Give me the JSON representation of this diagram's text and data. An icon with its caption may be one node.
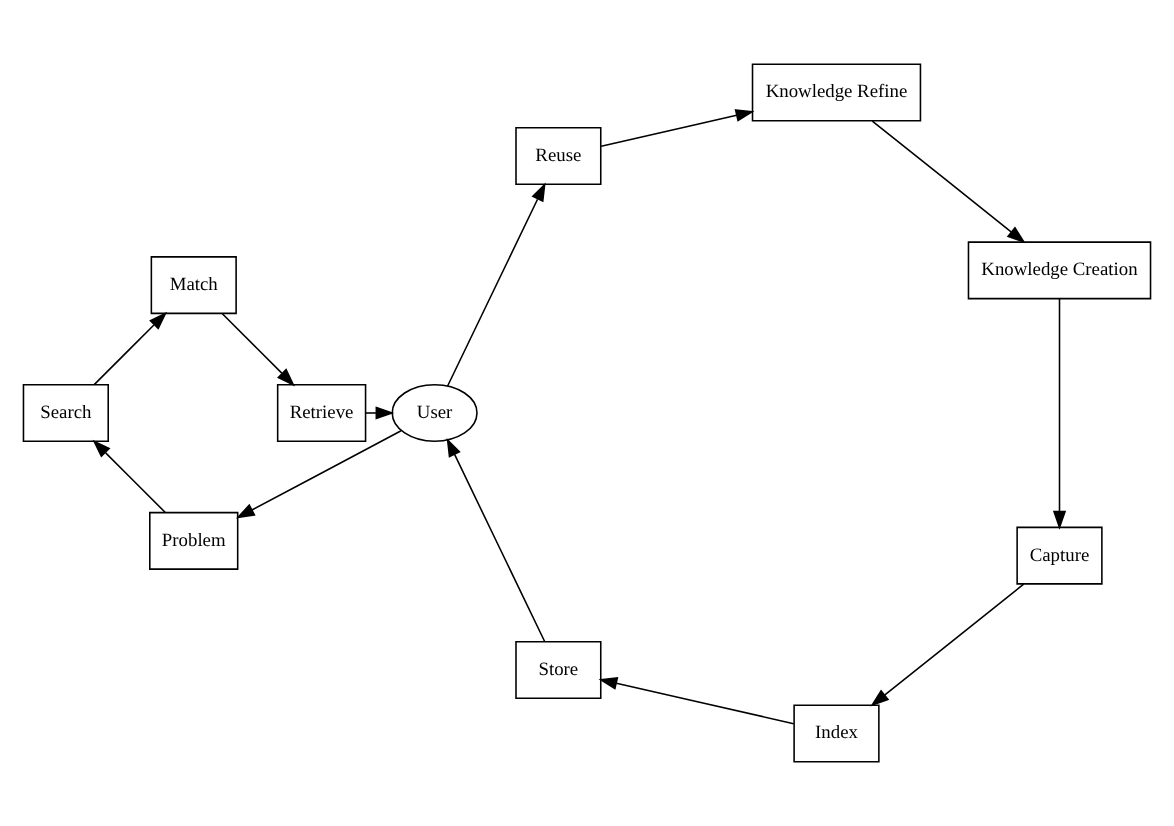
{
  "diagram": {
    "nodes": [
      {
        "text": [
          "Search"
        ]
      },
      {
        "text": [
          "Match"
        ]
      },
      {
        "text": [
          "Problem"
        ]
      },
      {
        "text": [
          "Retrieve"
        ]
      },
      {
        "text": [
          "User"
        ]
      },
      {
        "text": [
          "Store"
        ]
      },
      {
        "text": [
          "Reuse"
        ]
      },
      {
        "text": [
          "Index"
        ]
      },
      {
        "text": [
          "Knowledge Refine"
        ]
      },
      {
        "text": [
          "Capture"
        ]
      },
      {
        "text": [
          "Knowledge Creation"
        ]
      }
    ],
    "edges": [
      {
        "from": 2,
        "to": 0,
        "arrow": "to"
      },
      {
        "from": 0,
        "to": 1,
        "arrow": "to"
      },
      {
        "from": 1,
        "to": 3,
        "arrow": "to"
      },
      {
        "from": 3,
        "to": 4,
        "arrow": "to"
      },
      {
        "from": 4,
        "to": 2,
        "arrow": "to"
      },
      {
        "from": 4,
        "to": 6,
        "arrow": "to"
      },
      {
        "from": 6,
        "to": 8,
        "arrow": "to"
      },
      {
        "from": 8,
        "to": 10,
        "arrow": "to"
      },
      {
        "from": 10,
        "to": 9,
        "arrow": "to"
      },
      {
        "from": 9,
        "to": 7,
        "arrow": "to"
      },
      {
        "from": 7,
        "to": 5,
        "arrow": "to"
      },
      {
        "from": 5,
        "to": 4,
        "arrow": "to"
      }
    ]
  }
}
